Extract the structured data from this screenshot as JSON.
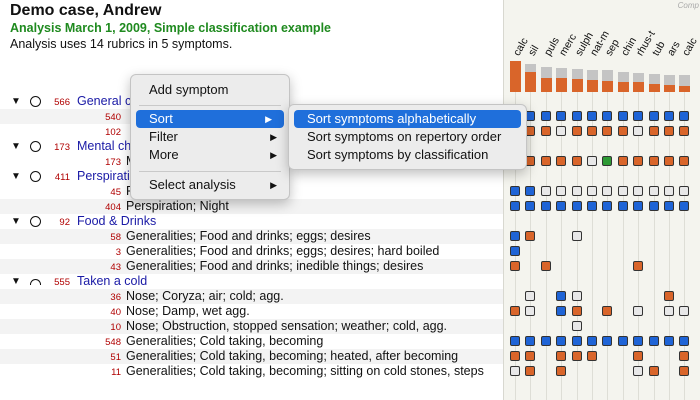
{
  "header": {
    "title": "Demo case, Andrew",
    "subtitle": "Analysis March 1, 2009, Simple classification example",
    "info": "Analysis uses 14 rubrics in 5 symptoms."
  },
  "grid_header": {
    "corner_label": "Comp",
    "remedies": [
      "calc",
      "sil",
      "puls",
      "merc",
      "sulph",
      "nat-m",
      "sep",
      "chin",
      "rhus-t",
      "tub",
      "ars",
      "calc"
    ]
  },
  "rows": [
    {
      "kind": "group",
      "count": "566",
      "text": "General c"
    },
    {
      "kind": "rubric",
      "count": "540",
      "text": ""
    },
    {
      "kind": "rubric",
      "count": "102",
      "text": ""
    },
    {
      "kind": "group",
      "count": "173",
      "text": "Mental ch"
    },
    {
      "kind": "rubric",
      "count": "173",
      "text": "M"
    },
    {
      "kind": "group",
      "count": "411",
      "text": "Perspirati"
    },
    {
      "kind": "rubric",
      "count": "45",
      "text": "P"
    },
    {
      "kind": "rubric",
      "count": "404",
      "text": "Perspiration; Night"
    },
    {
      "kind": "group",
      "count": "92",
      "text": "Food & Drinks"
    },
    {
      "kind": "rubric",
      "count": "58",
      "text": "Generalities; Food and drinks; eggs; desires"
    },
    {
      "kind": "rubric",
      "count": "3",
      "text": "Generalities; Food and drinks; eggs; desires; hard boiled"
    },
    {
      "kind": "rubric",
      "count": "43",
      "text": "Generalities; Food and drinks; inedible things; desires"
    },
    {
      "kind": "group",
      "count": "555",
      "text": "Taken a cold"
    },
    {
      "kind": "rubric",
      "count": "36",
      "text": "Nose; Coryza; air; cold; agg."
    },
    {
      "kind": "rubric",
      "count": "40",
      "text": "Nose; Damp, wet agg."
    },
    {
      "kind": "rubric",
      "count": "10",
      "text": "Nose; Obstruction, stopped sensation; weather; cold, agg."
    },
    {
      "kind": "rubric",
      "count": "548",
      "text": "Generalities; Cold taking, becoming"
    },
    {
      "kind": "rubric",
      "count": "51",
      "text": "Generalities; Cold taking, becoming; heated, after becoming"
    },
    {
      "kind": "rubric",
      "count": "11",
      "text": "Generalities; Cold taking, becoming; sitting on cold stones, steps"
    }
  ],
  "grades": [
    [],
    [
      3,
      3,
      3,
      3,
      3,
      3,
      3,
      3,
      3,
      3,
      3,
      3
    ],
    [
      2,
      2,
      2,
      1,
      2,
      2,
      2,
      2,
      1,
      2,
      2,
      2
    ],
    [],
    [
      2,
      2,
      2,
      2,
      2,
      1,
      4,
      2,
      2,
      2,
      2,
      2
    ],
    [],
    [
      3,
      3,
      1,
      1,
      1,
      1,
      1,
      1,
      1,
      1,
      1,
      1
    ],
    [
      3,
      3,
      3,
      3,
      3,
      3,
      3,
      3,
      3,
      3,
      3,
      3
    ],
    [],
    [
      3,
      2,
      0,
      0,
      1,
      0,
      0,
      0,
      0,
      0,
      0,
      0
    ],
    [
      3,
      0,
      0,
      0,
      0,
      0,
      0,
      0,
      0,
      0,
      0,
      0
    ],
    [
      2,
      0,
      2,
      0,
      0,
      0,
      0,
      0,
      2,
      0,
      0,
      0
    ],
    [],
    [
      0,
      1,
      0,
      3,
      1,
      0,
      0,
      0,
      0,
      0,
      2,
      0
    ],
    [
      2,
      1,
      0,
      3,
      2,
      0,
      2,
      0,
      1,
      0,
      1,
      1
    ],
    [
      0,
      0,
      0,
      0,
      1,
      0,
      0,
      0,
      0,
      0,
      0,
      0
    ],
    [
      3,
      3,
      3,
      3,
      3,
      3,
      3,
      3,
      3,
      3,
      3,
      3
    ],
    [
      2,
      2,
      0,
      2,
      2,
      2,
      0,
      0,
      2,
      0,
      0,
      2
    ],
    [
      1,
      2,
      0,
      2,
      0,
      0,
      0,
      0,
      1,
      2,
      0,
      2
    ]
  ],
  "bars": [
    {
      "total": 0.78,
      "orange": 0.78
    },
    {
      "total": 0.7,
      "orange": 0.5
    },
    {
      "total": 0.62,
      "orange": 0.36
    },
    {
      "total": 0.6,
      "orange": 0.34
    },
    {
      "total": 0.58,
      "orange": 0.32
    },
    {
      "total": 0.56,
      "orange": 0.3
    },
    {
      "total": 0.55,
      "orange": 0.28
    },
    {
      "total": 0.5,
      "orange": 0.24
    },
    {
      "total": 0.48,
      "orange": 0.24
    },
    {
      "total": 0.46,
      "orange": 0.2
    },
    {
      "total": 0.42,
      "orange": 0.18
    },
    {
      "total": 0.42,
      "orange": 0.16
    }
  ],
  "colors": {
    "grade1": "#e8e8e8",
    "grade2": "#d9652a",
    "grade3": "#1f64d6",
    "grade4": "#2d9a34",
    "bar_orange": "#d9652a",
    "bar_gray": "#c4c4c4",
    "group_text": "#1a1aa6"
  },
  "context_menu": {
    "items": [
      "Add symptom",
      "Sort",
      "Filter",
      "More",
      "Select analysis"
    ],
    "arrows": [
      "",
      "▶",
      "▶",
      "▶",
      "▶"
    ]
  },
  "sort_submenu": {
    "items": [
      "Sort symptoms alphabetically",
      "Sort symptoms on repertory order",
      "Sort symptoms by classification"
    ]
  }
}
